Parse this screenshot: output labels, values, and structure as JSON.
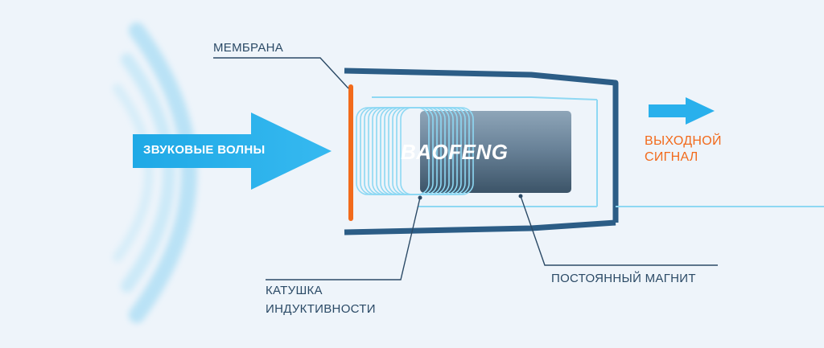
{
  "diagram": {
    "labels": {
      "membrane": "МЕМБРАНА",
      "sound_waves": "ЗВУКОВЫЕ ВОЛНЫ",
      "coil_line1": "КАТУШКА",
      "coil_line2": "ИНДУКТИВНОСТИ",
      "magnet": "ПОСТОЯННЫЙ МАГНИТ",
      "output_line1": "ВЫХОДНОЙ",
      "output_line2": "СИГНАЛ"
    },
    "brand": "BAOFENG",
    "colors": {
      "background": "#eef4fa",
      "arrow": "#29b0ec",
      "membrane": "#f26a1b",
      "housing": "#2c5d86",
      "coil": "#8ed8f3",
      "magnet": "#66839b",
      "label_text": "#2b4a66",
      "output_text": "#f26a1b"
    },
    "icons": [
      "sound-wave-icon",
      "arrow-right-icon"
    ]
  }
}
